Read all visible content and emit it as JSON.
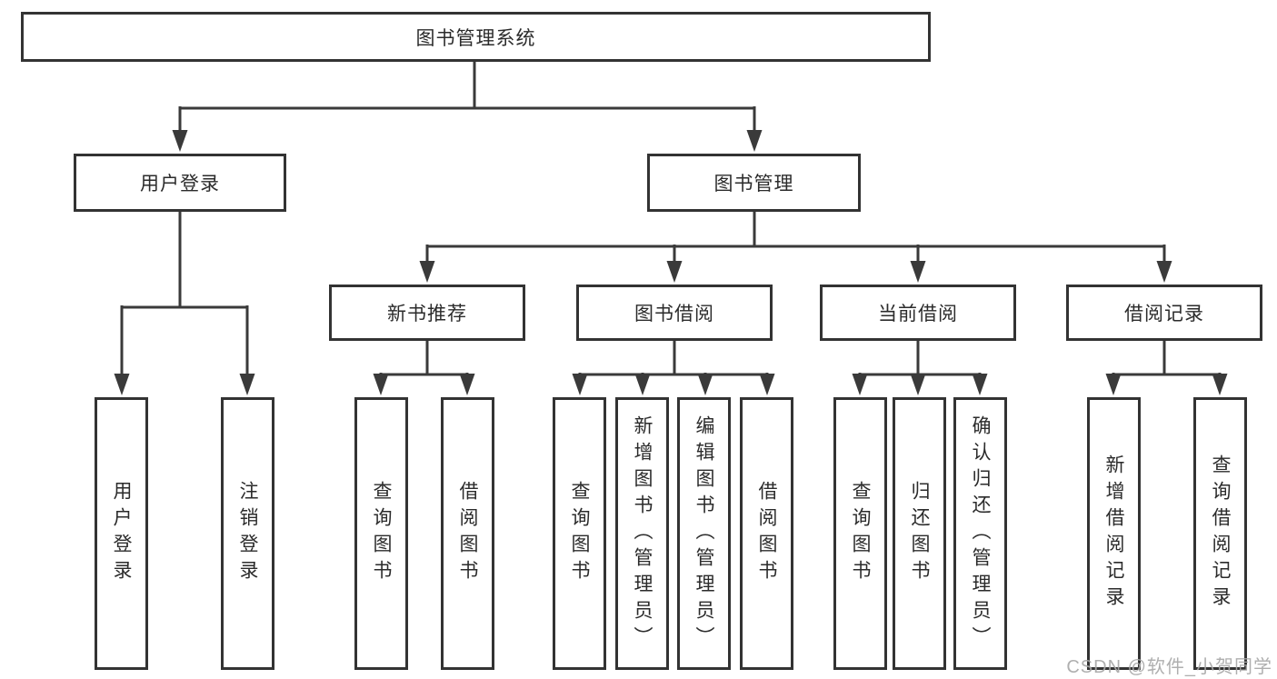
{
  "diagram": {
    "title": "图书管理系统",
    "level2": [
      {
        "label": "用户登录"
      },
      {
        "label": "图书管理"
      }
    ],
    "level3": [
      {
        "label": "新书推荐",
        "parent": "图书管理"
      },
      {
        "label": "图书借阅",
        "parent": "图书管理"
      },
      {
        "label": "当前借阅",
        "parent": "图书管理"
      },
      {
        "label": "借阅记录",
        "parent": "图书管理"
      }
    ],
    "leaves": [
      {
        "label": "用户登录",
        "parent": "用户登录"
      },
      {
        "label": "注销登录",
        "parent": "用户登录"
      },
      {
        "label": "查询图书",
        "parent": "新书推荐"
      },
      {
        "label": "借阅图书",
        "parent": "新书推荐"
      },
      {
        "label": "查询图书",
        "parent": "图书借阅"
      },
      {
        "label": "新增图书（管理员）",
        "parent": "图书借阅"
      },
      {
        "label": "编辑图书（管理员）",
        "parent": "图书借阅"
      },
      {
        "label": "借阅图书",
        "parent": "图书借阅"
      },
      {
        "label": "查询图书",
        "parent": "当前借阅"
      },
      {
        "label": "归还图书",
        "parent": "当前借阅"
      },
      {
        "label": "确认归还（管理员）",
        "parent": "当前借阅"
      },
      {
        "label": "新增借阅记录",
        "parent": "借阅记录"
      },
      {
        "label": "查询借阅记录",
        "parent": "借阅记录"
      }
    ],
    "colors": {
      "line": "#3a3a3a",
      "box_border": "#333333",
      "text": "#2b2b2b",
      "background": "#ffffff",
      "watermark": "#a8a8a8"
    }
  },
  "watermark": {
    "text": "CSDN @软件_小贺同学"
  }
}
